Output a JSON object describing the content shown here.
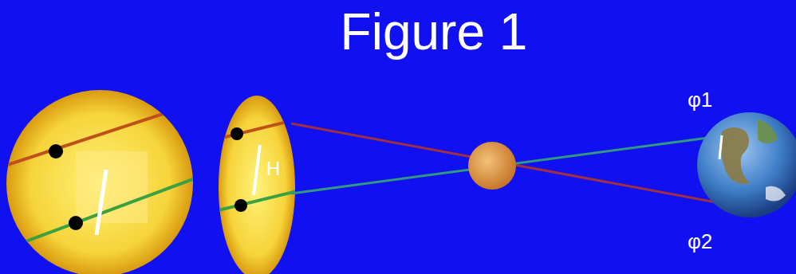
{
  "diagram": {
    "title": "Figure 1",
    "labels": [
      "H",
      "φ1",
      "φ2"
    ]
  }
}
